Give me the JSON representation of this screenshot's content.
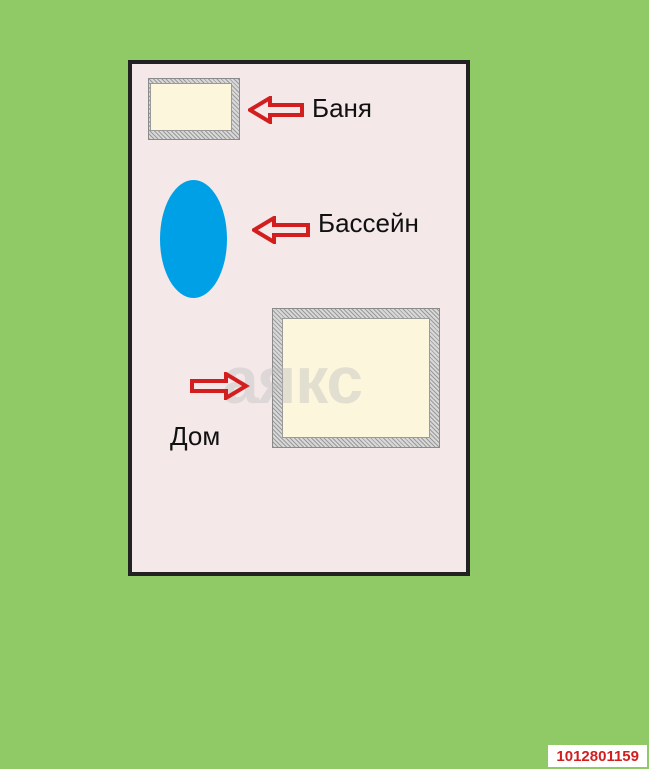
{
  "labels": {
    "banya": "Баня",
    "pool": "Бассейн",
    "house": "Дом"
  },
  "watermark": "аякс",
  "listing_id": "1012801159",
  "colors": {
    "background": "#8fca66",
    "plot": "#f4e8e8",
    "pool": "#00a0e6",
    "arrow": "#d21e1e",
    "building_fill": "#fbf6dc"
  }
}
